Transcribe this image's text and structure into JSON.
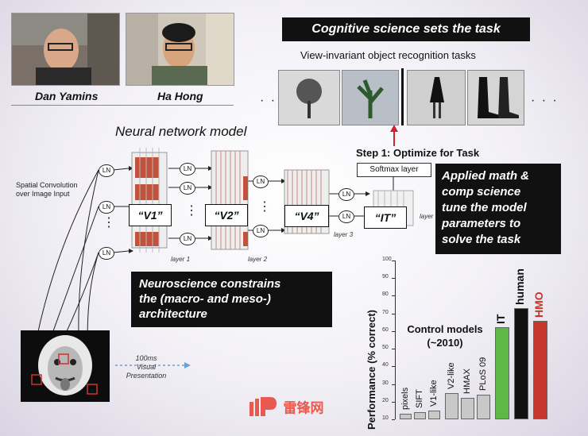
{
  "people": [
    {
      "name": "Dan Yamins"
    },
    {
      "name": "Ha Hong"
    }
  ],
  "banners": {
    "cognitive": "Cognitive science sets the task",
    "applied_math": [
      "Applied math &",
      "comp science",
      "tune the model",
      "parameters to",
      "solve the task"
    ],
    "neuroscience": [
      "Neuroscience constrains",
      "the (macro- and meso-)",
      "architecture"
    ]
  },
  "task_caption": "View-invariant object recognition tasks",
  "ellipsis": "· · ·",
  "model": {
    "title": "Neural network model",
    "step1": "Step 1:  Optimize for Task",
    "softmax": "Softmax layer",
    "input_label": [
      "Spatial Convolution",
      "over Image Input"
    ],
    "ln": "LN",
    "areas": [
      "“V1”",
      "“V2”",
      "“V4”",
      "“IT”"
    ],
    "layers": [
      "layer 1",
      "layer 2",
      "layer 3",
      "layer"
    ],
    "dots": "⋮",
    "presentation": [
      "100ms",
      "Visual",
      "Presentation"
    ]
  },
  "chart_data": {
    "type": "bar",
    "ylabel": "Performance (% correct)",
    "ylim": [
      10,
      100
    ],
    "yticks": [
      10,
      20,
      30,
      40,
      50,
      60,
      70,
      80,
      90,
      100
    ],
    "group_title": [
      "Control models",
      "(~2010)"
    ],
    "categories": [
      "pixels",
      "SIFT",
      "V1-like",
      "V2-like",
      "HMAX",
      "PLoS 09",
      "IT",
      "human",
      "HMO"
    ],
    "values": [
      13,
      14,
      15,
      25,
      22,
      24,
      62,
      73,
      66
    ],
    "colors": {
      "control": "#c8c8c8",
      "IT": "#5fb844",
      "human": "#111111",
      "HMO": "#c7372c"
    }
  },
  "watermark": "雷锋网"
}
